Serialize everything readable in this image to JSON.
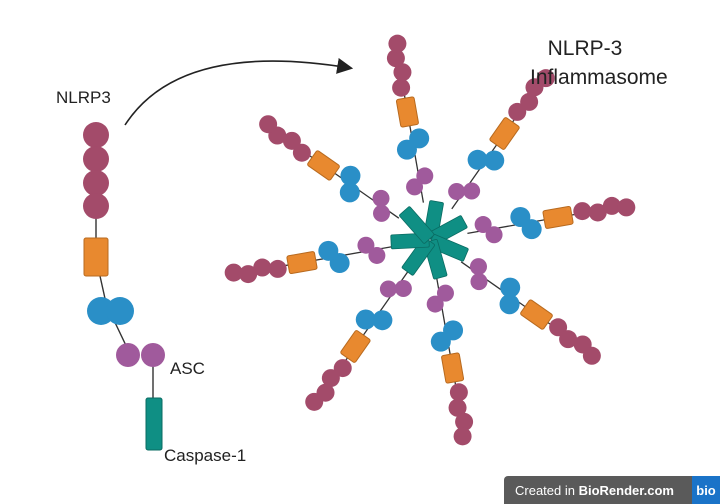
{
  "labels": {
    "nlrp3": "NLRP3",
    "asc": "ASC",
    "caspase": "Caspase-1"
  },
  "title": {
    "line1": "NLRP-3",
    "line2": "Inflammasome"
  },
  "watermark": {
    "prefix": "Created in ",
    "brand": "BioRender.com",
    "logo": "bio"
  },
  "colors": {
    "pyrin_domain": "#a34b6a",
    "nacht_domain": "#e8892f",
    "lrr_blue": "#2a8fc7",
    "asc_purple": "#a05a9c",
    "caspase_teal": "#0f8f84",
    "connector": "#333333"
  },
  "assembly": {
    "arm_count": 8
  }
}
